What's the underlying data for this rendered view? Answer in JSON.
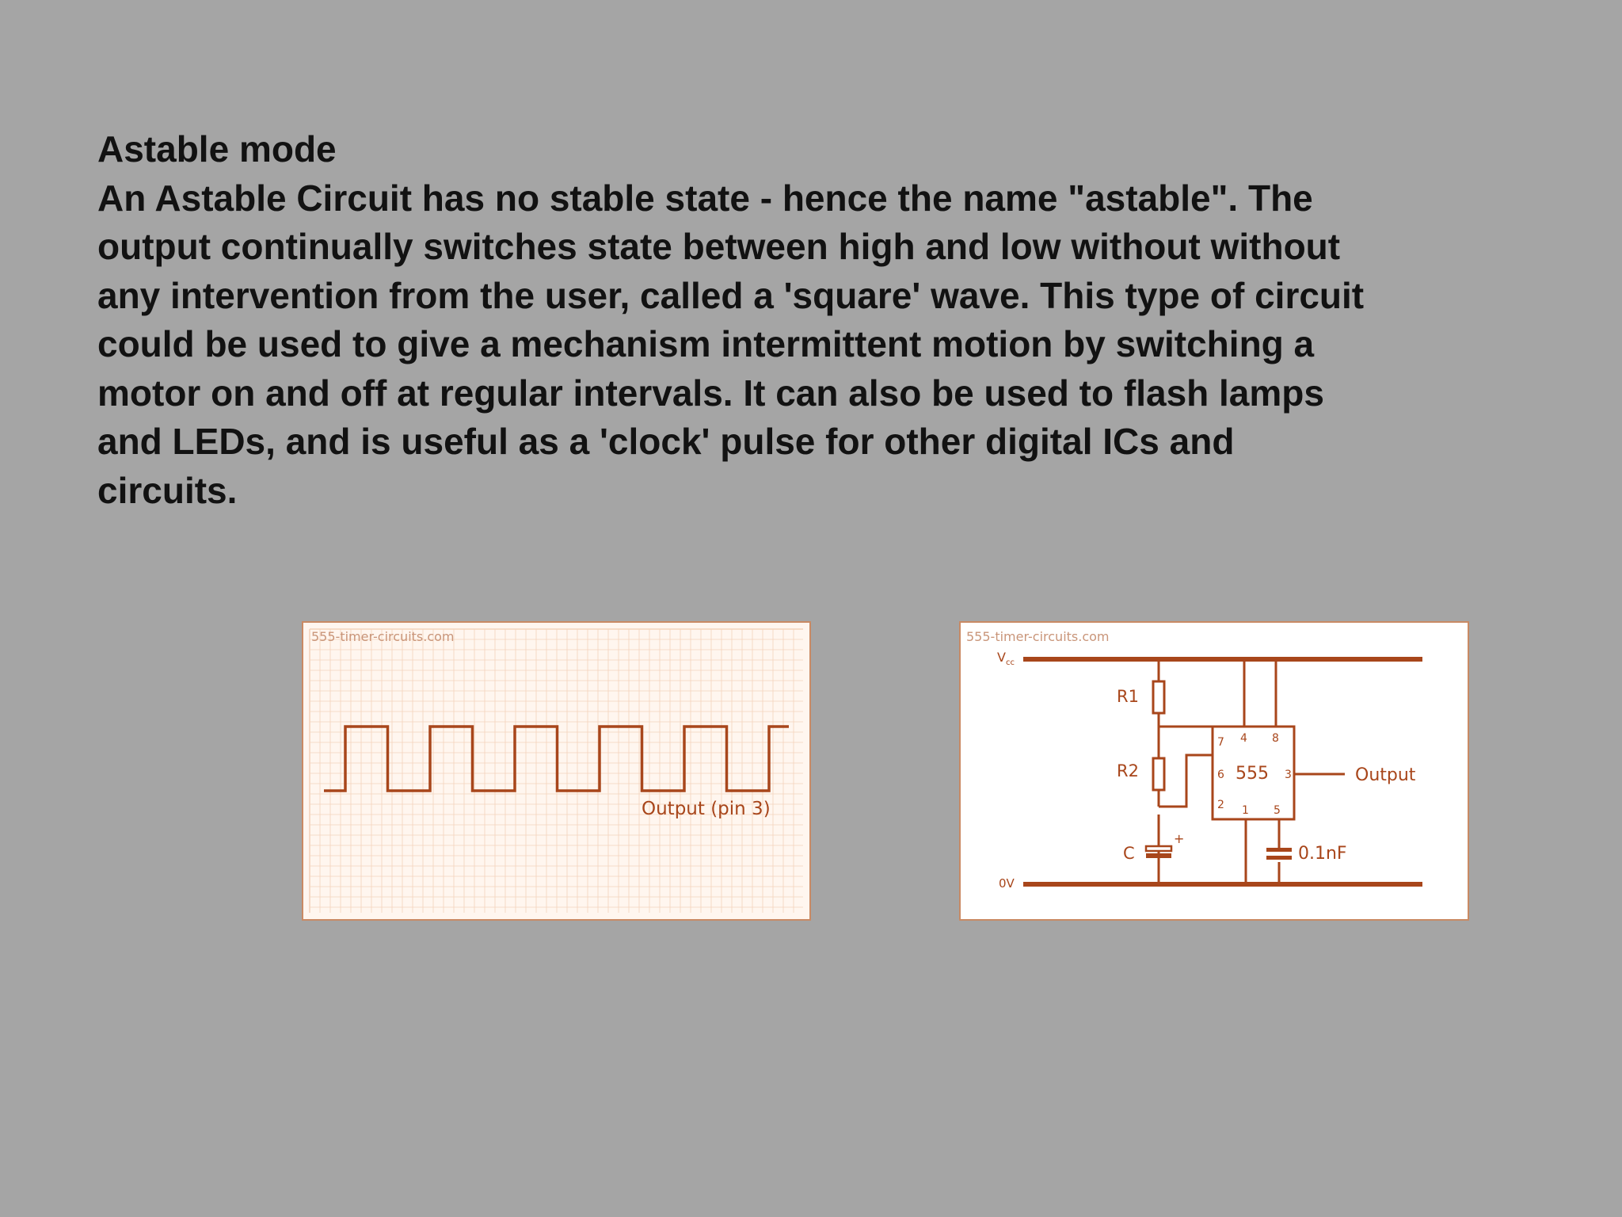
{
  "slide": {
    "title": "Astable mode",
    "body_lines": [
      "An Astable Circuit has no stable state - hence the name \"astable\". The",
      "output continually switches state between high and low without without",
      "any intervention from the user, called a 'square' wave. This type of circuit",
      "could be used to give a mechanism intermittent motion by switching a",
      "motor on and off at regular intervals. It can also be used to flash lamps",
      "and LEDs, and is useful as a 'clock' pulse for other digital ICs and",
      "circuits."
    ]
  },
  "waveform": {
    "watermark": "555-timer-circuits.com",
    "output_label": "Output (pin 3)",
    "cycles": 5,
    "duty_cycle": 0.5
  },
  "circuit": {
    "watermark": "555-timer-circuits.com",
    "vcc_label": "V",
    "vcc_subscript": "cc",
    "ground_label": "0V",
    "r1_label": "R1",
    "r2_label": "R2",
    "c_label": "C",
    "c_polarity": "+",
    "c2_label": "0.1nF",
    "chip_label": "555",
    "pin7": "7",
    "pin4": "4",
    "pin8": "8",
    "pin6": "6",
    "pin3": "3",
    "pin2": "2",
    "pin1": "1",
    "pin5": "5",
    "output_label": "Output"
  },
  "colors": {
    "background": "#a5a5a5",
    "text": "#121212",
    "trace": "#a8461b",
    "grid": "#f3d3bc",
    "grid_bg": "#fff6ef"
  }
}
